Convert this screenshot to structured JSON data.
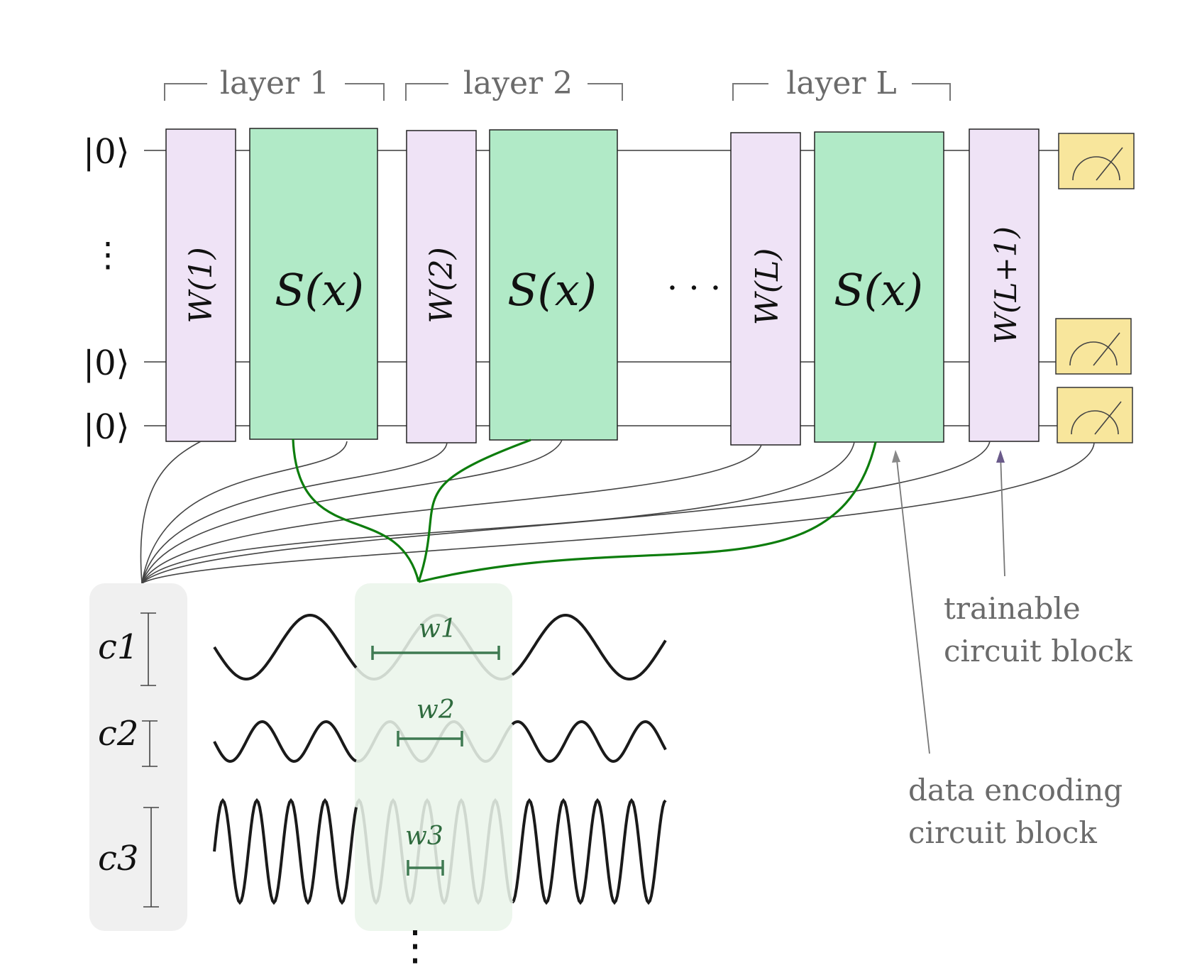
{
  "layers": [
    {
      "label": "layer 1"
    },
    {
      "label": "layer 2"
    },
    {
      "label": "layer L"
    }
  ],
  "qubits": [
    "|0⟩",
    "|0⟩",
    "|0⟩"
  ],
  "gates": {
    "w1": "W(1)",
    "w2": "W(2)",
    "wL": "W(L)",
    "wL1": "W(L+1)",
    "s": "S(x)"
  },
  "ellipsis_h": "· · ·",
  "ellipsis_v": "⋮",
  "annotations": {
    "trainable_line1": "trainable",
    "trainable_line2": "circuit block",
    "encoding_line1": "data encoding",
    "encoding_line2": "circuit block"
  },
  "coefficients": [
    "c1",
    "c2",
    "c3"
  ],
  "frequencies": [
    "w1",
    "w2",
    "w3"
  ],
  "colors": {
    "trainable_gate": "#efe3f6",
    "encoding_gate": "#b1eac7",
    "measurement": "#f8e69c",
    "highlight_green": "#0d7d0d"
  }
}
